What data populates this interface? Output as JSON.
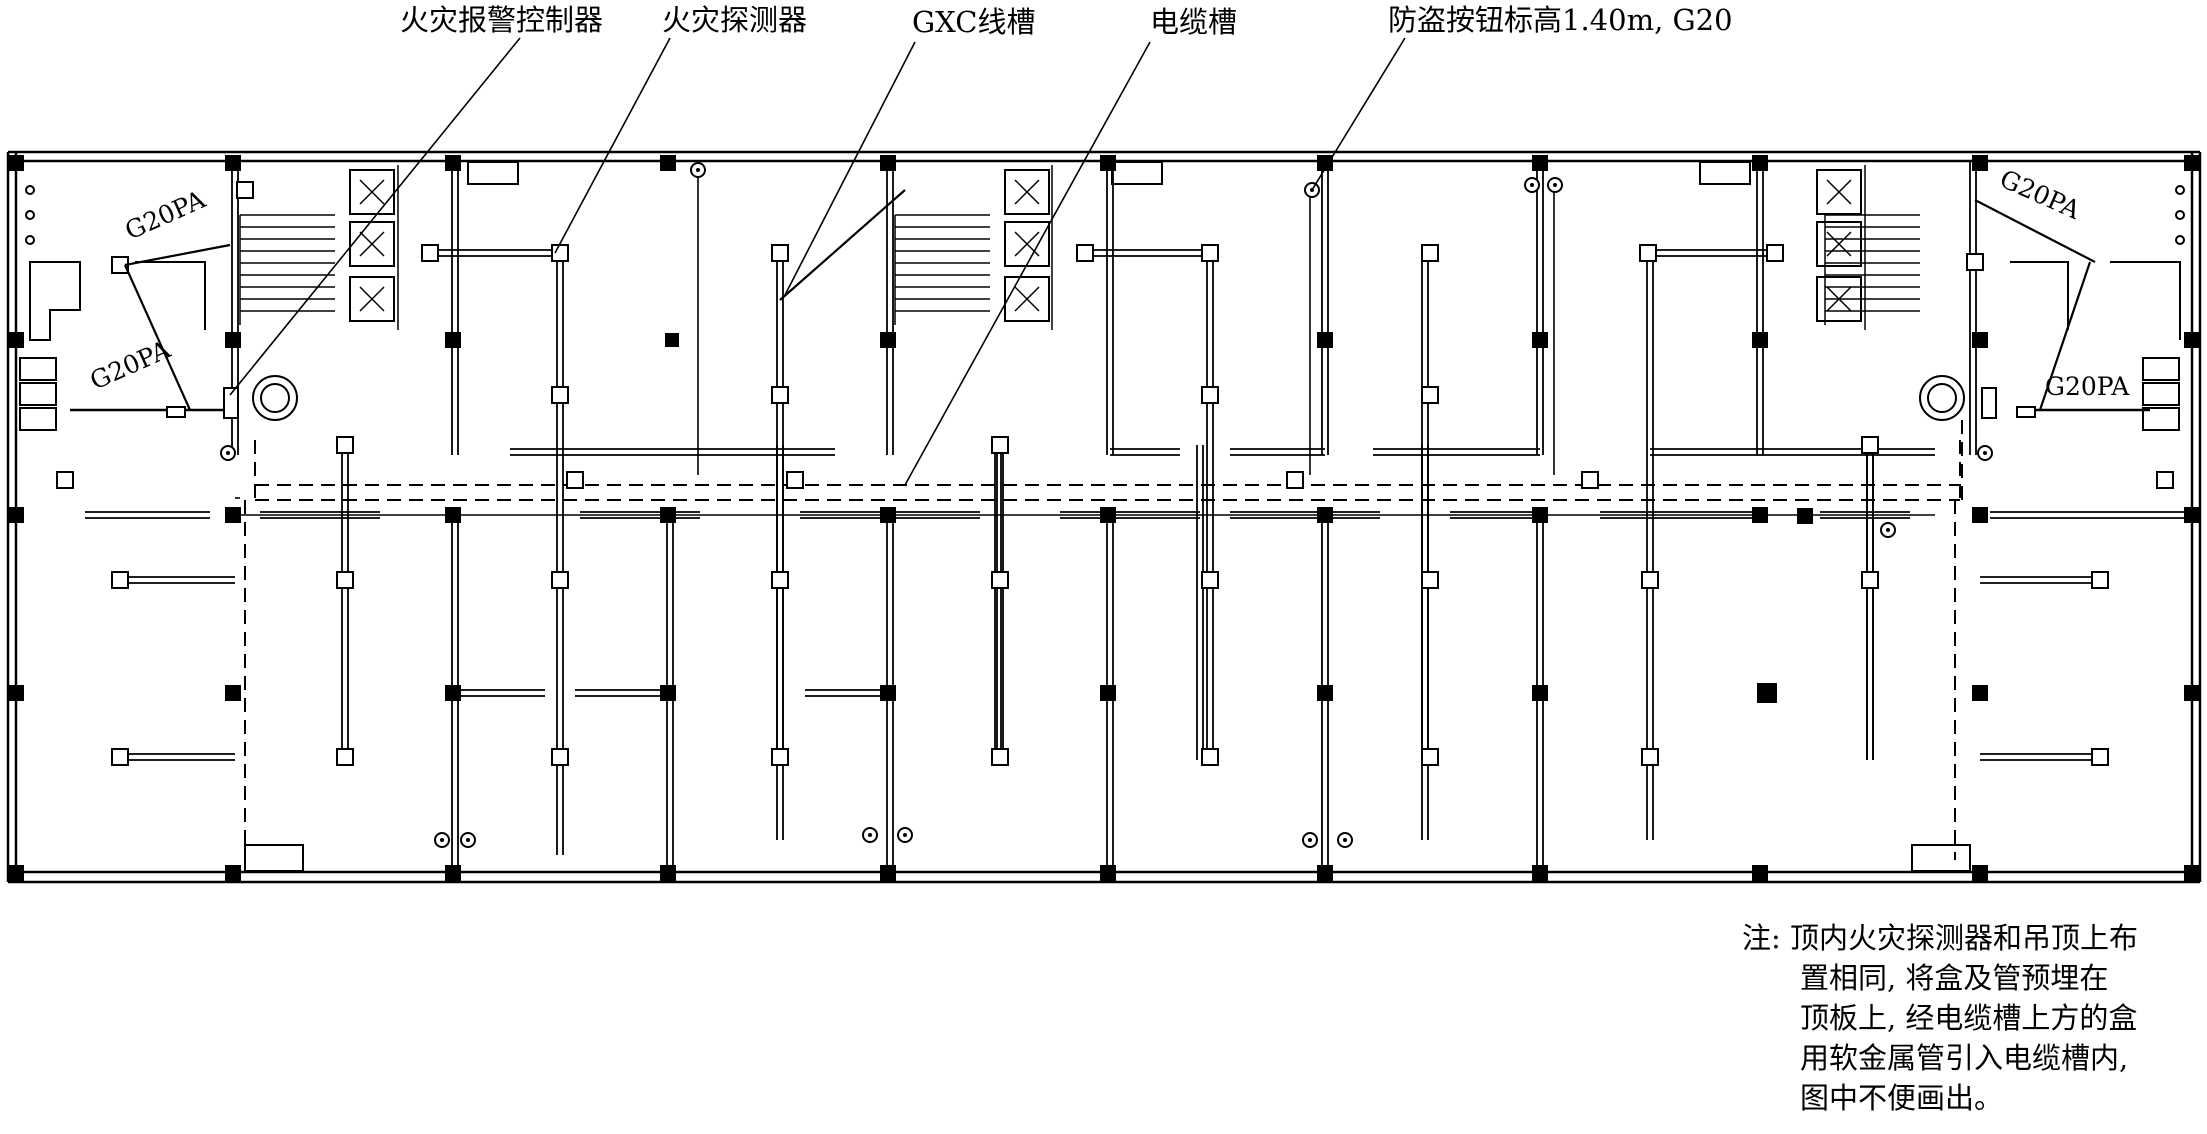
{
  "callouts": {
    "controller": "火灾报警控制器",
    "detector": "火灾探测器",
    "gxc_trough": "GXC线槽",
    "cable_trough": "电缆槽",
    "burglar_button": "防盗按钮标高1.40m, G20"
  },
  "pipe_labels": {
    "left_upper": "G20PA",
    "left_lower": "G20PA",
    "right_upper": "G20PA",
    "right_lower": "G20PA"
  },
  "note": {
    "lines": [
      "注: 顶内火灾探测器和吊顶上布",
      "置相同, 将盒及管预埋在",
      "顶板上, 经电缆槽上方的盒",
      "用软金属管引入电缆槽内,",
      "图中不便画出。"
    ]
  }
}
